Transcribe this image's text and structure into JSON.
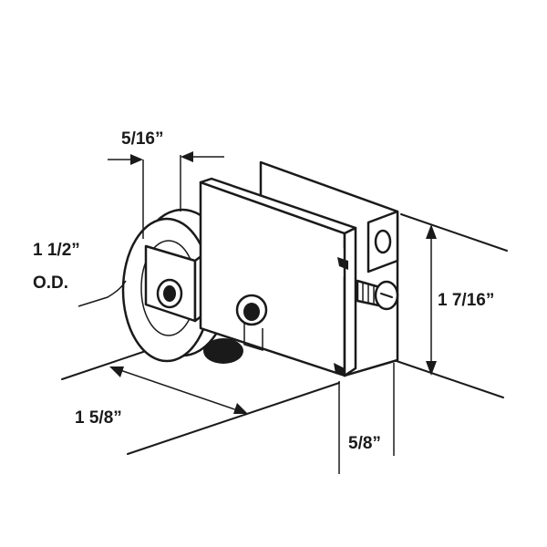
{
  "dimensions": {
    "width_top": "5/16”",
    "wheel_od_line1": "1 1/2”",
    "wheel_od_line2": "O.D.",
    "length": "1 5/8”",
    "height": "1 7/16”",
    "depth": "5/8”"
  }
}
